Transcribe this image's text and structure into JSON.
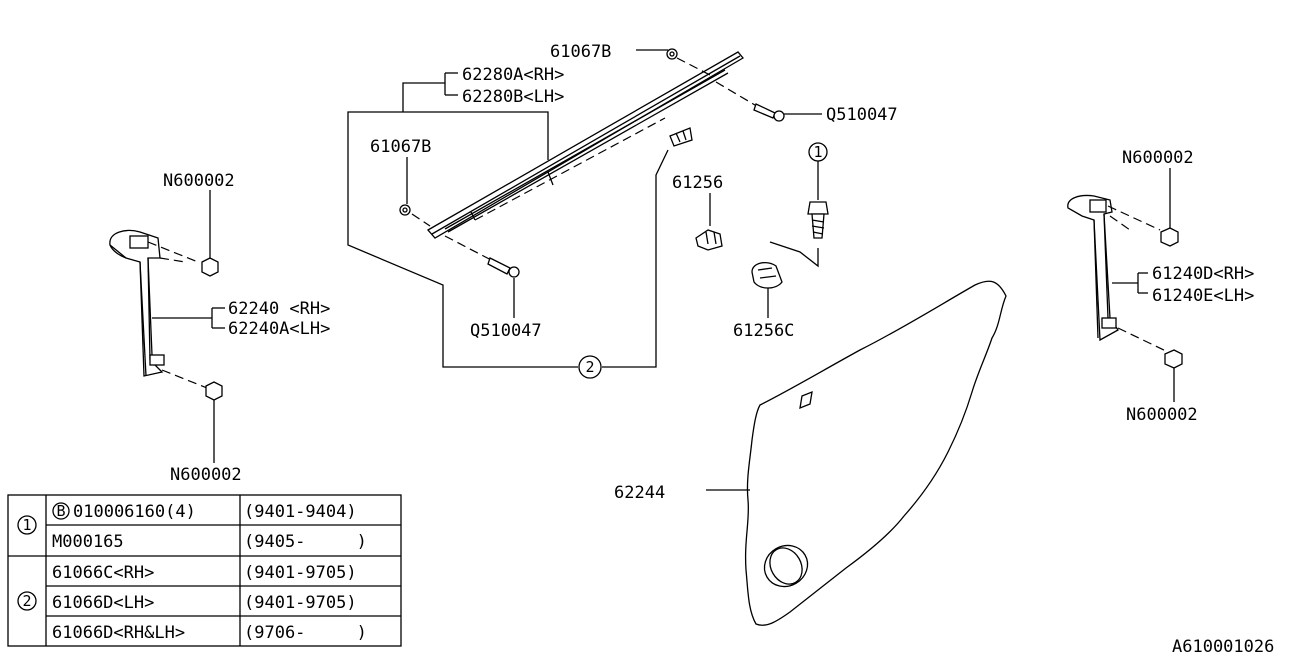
{
  "labels": {
    "p61067b_top": "61067B",
    "p62280a": "62280A<RH>",
    "p62280b": "62280B<LH>",
    "p61067b_mid": "61067B",
    "q510047_top": "Q510047",
    "q510047_bottom": "Q510047",
    "p61256": "61256",
    "p61256c": "61256C",
    "n600002_left_top": "N600002",
    "n600002_left_bottom": "N600002",
    "p62240": "62240 <RH>",
    "p62240a": "62240A<LH>",
    "n600002_right_top": "N600002",
    "n600002_right_bottom": "N600002",
    "p61240d": "61240D<RH>",
    "p61240e": "61240E<LH>",
    "p62244": "62244",
    "callout_1": "1",
    "callout_2": "2",
    "diagram_id": "A610001026"
  },
  "table": {
    "rows": [
      {
        "key": "1",
        "prefix": "B",
        "part": "010006160(4)",
        "date": "(9401-9404)"
      },
      {
        "key": "",
        "prefix": "",
        "part": "M000165",
        "date": "(9405-     )"
      },
      {
        "key": "2",
        "prefix": "",
        "part": "61066C<RH>",
        "date": "(9401-9705)"
      },
      {
        "key": "",
        "prefix": "",
        "part": "61066D<LH>",
        "date": "(9401-9705)"
      },
      {
        "key": "",
        "prefix": "",
        "part": "61066D<RH&LH>",
        "date": "(9706-     )"
      }
    ]
  }
}
